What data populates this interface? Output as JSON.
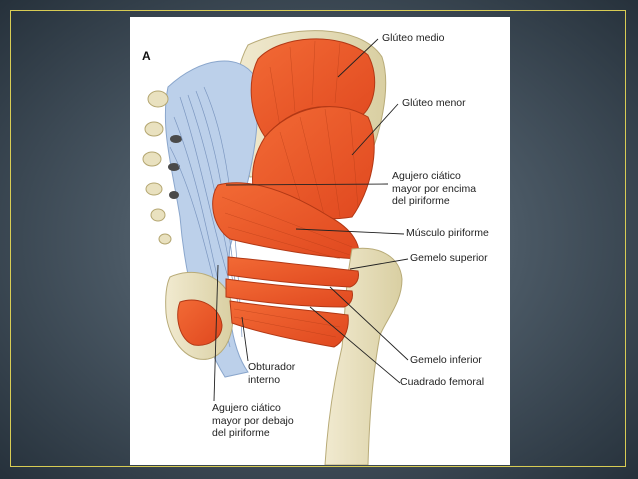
{
  "figure": {
    "panel_letter": "A",
    "labels": {
      "gluteo_medio": "Glúteo medio",
      "gluteo_menor": "Glúteo menor",
      "agujero_encima": "Agujero ciático\nmayor por encima\ndel piriforme",
      "musculo_piriforme": "Músculo piriforme",
      "gemelo_superior": "Gemelo superior",
      "gemelo_inferior": "Gemelo inferior",
      "cuadrado_femoral": "Cuadrado femoral",
      "obturador_interno": "Obturador\ninterno",
      "agujero_debajo": "Agujero ciático\nmayor por debajo\ndel piriforme"
    }
  },
  "colors": {
    "frame_border": "#d8cc54",
    "muscle": "#ec5a2a",
    "ligament": "#b9cde6",
    "bone": "#e8dfb8"
  }
}
